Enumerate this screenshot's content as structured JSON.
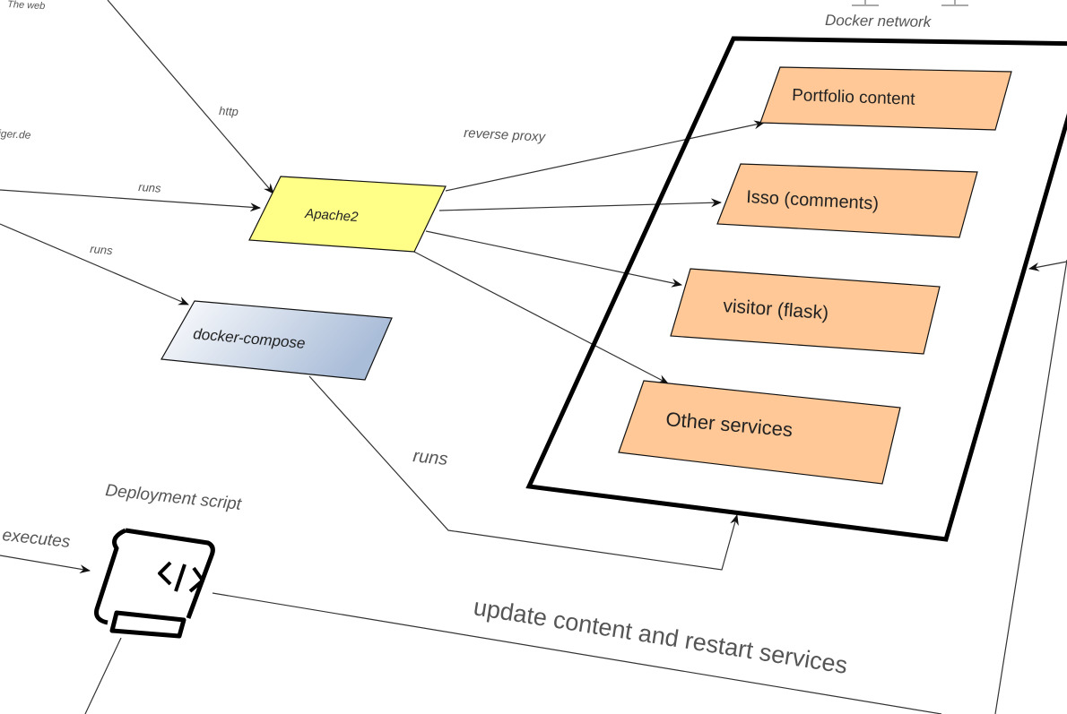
{
  "nodes": {
    "web": "The web",
    "domain": "iger.de",
    "apache": "Apache2",
    "compose": "docker-compose",
    "network": "Docker network",
    "portfolio": "Portfolio content",
    "isso": "Isso (comments)",
    "visitor": "visitor (flask)",
    "other": "Other services",
    "script": "Deployment script"
  },
  "edges": {
    "http": "http",
    "runs_apache": "runs",
    "runs_compose": "runs",
    "reverse_proxy": "reverse proxy",
    "runs_network": "runs",
    "executes": "executes",
    "update": "update content and restart services"
  },
  "colors": {
    "apache": "#ffff88",
    "service": "#ffc896",
    "compose_start": "#ffffff",
    "compose_end": "#a9bcd8"
  }
}
